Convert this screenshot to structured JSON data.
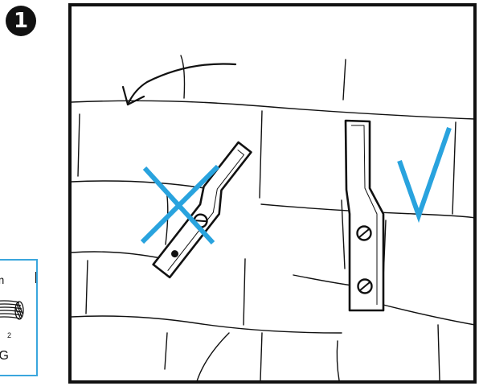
{
  "step": {
    "number": "1"
  },
  "side_card": {
    "top_text": "mm",
    "mid_text": "2",
    "bottom_text": "/G"
  },
  "colors": {
    "ink": "#111111",
    "accent": "#29a3de",
    "card_border": "#3aa6dd"
  },
  "icons": {
    "wrong": "x-mark-icon",
    "right": "check-mark-icon",
    "rotate": "curved-arrow-icon"
  }
}
